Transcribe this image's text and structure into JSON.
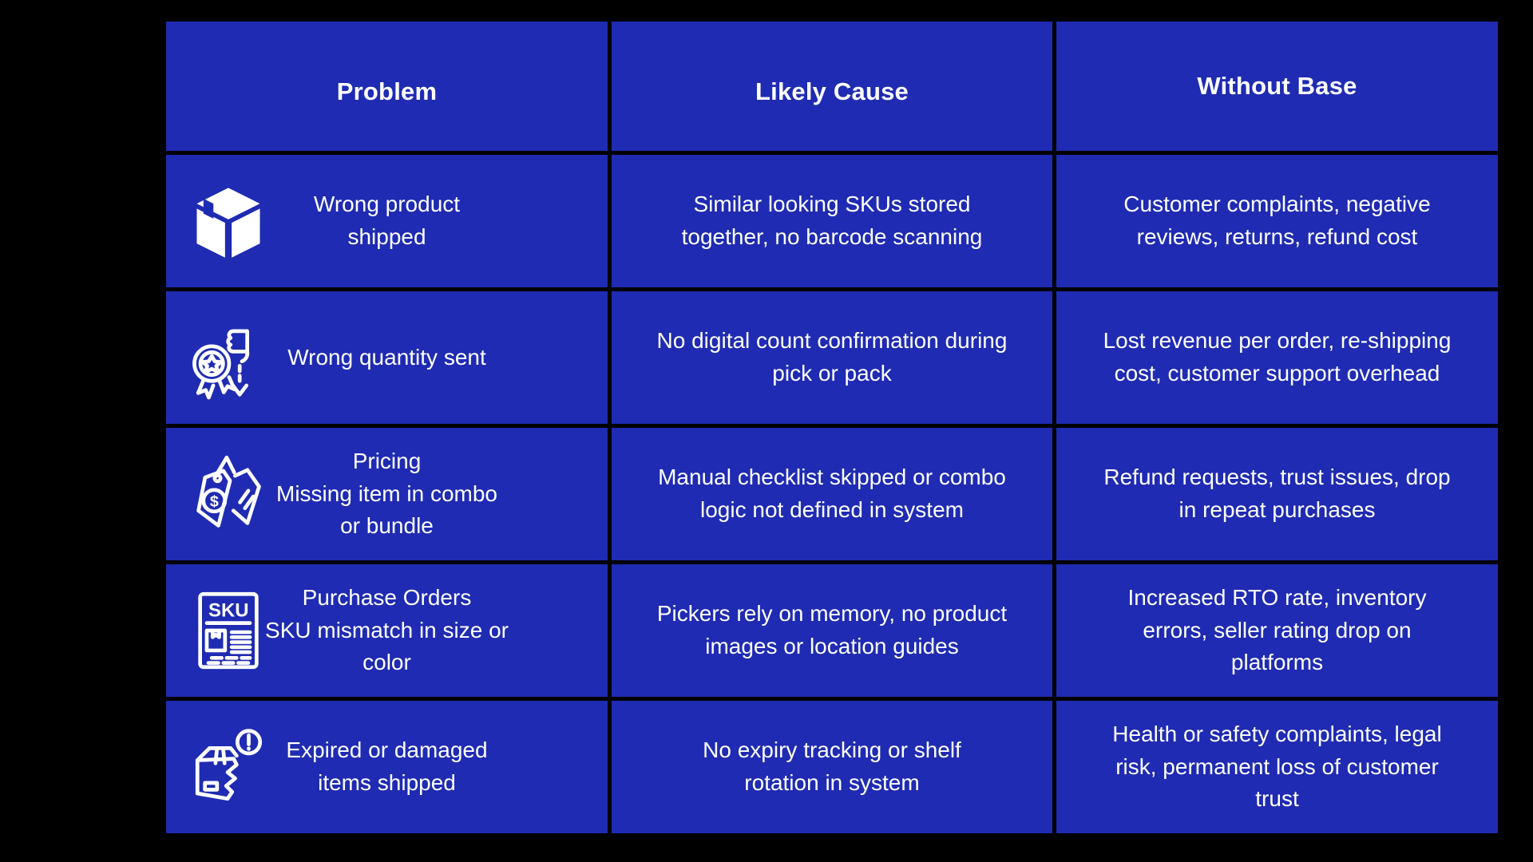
{
  "colors": {
    "background": "#000000",
    "cell_blue": "#1f2bb2",
    "grid_line": "#000000",
    "text": "#ffffff"
  },
  "table": {
    "columns": [
      "Problem",
      "Likely Cause",
      "Without Base"
    ],
    "rows": [
      {
        "icon": "package-box-icon",
        "problem": "Wrong product shipped",
        "cause": "Similar looking SKUs stored together, no barcode scanning",
        "impact": "Customer complaints, negative reviews, returns, refund cost"
      },
      {
        "icon": "thumbs-down-badge-icon",
        "problem": "Wrong quantity sent",
        "cause": "No digital count confirmation during pick or pack",
        "impact": "Lost revenue per order, re-shipping cost, customer support overhead"
      },
      {
        "icon": "price-tags-icon",
        "problem": [
          "Pricing",
          "Missing item in combo or bundle"
        ],
        "cause": "Manual checklist skipped or combo logic not defined in system",
        "impact": "Refund requests, trust issues, drop in repeat purchases"
      },
      {
        "icon": "sku-document-icon",
        "problem": [
          "Purchase Orders",
          "SKU mismatch in size or color"
        ],
        "cause": "Pickers rely on memory, no product images or location guides",
        "impact": "Increased RTO rate, inventory errors, seller rating drop on platforms"
      },
      {
        "icon": "damaged-box-alert-icon",
        "problem": "Expired or damaged items shipped",
        "cause": "No expiry tracking or shelf rotation in system",
        "impact": "Health or safety complaints, legal risk, permanent loss of customer trust"
      }
    ]
  }
}
